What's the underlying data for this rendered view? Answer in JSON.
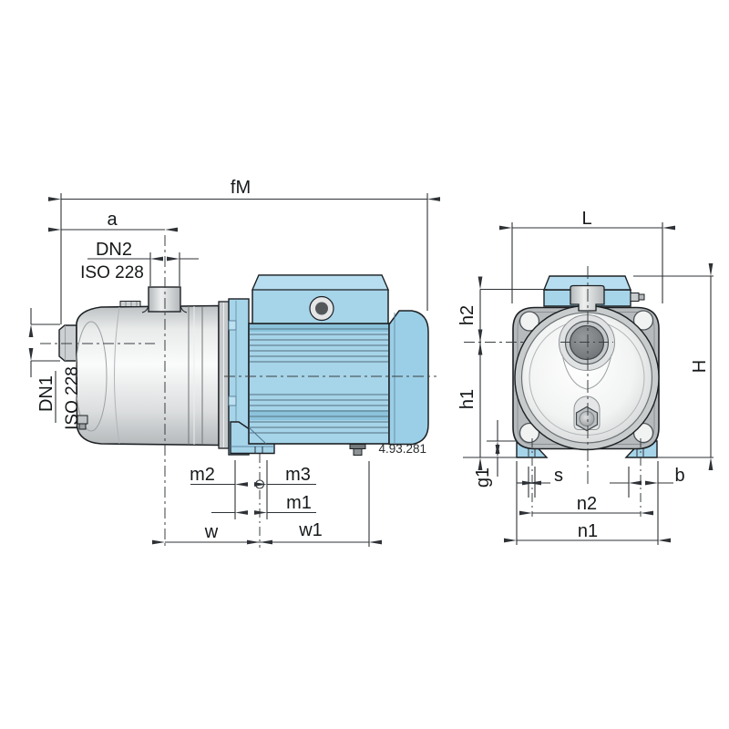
{
  "drawing": {
    "reference_number": "4.93.281",
    "labels": {
      "total_length": "fM",
      "a": "a",
      "dn2": "DN2",
      "dn2_thread": "ISO 228",
      "dn1": "DN1",
      "dn1_thread": "ISO 228",
      "m2": "m2",
      "m3": "m3",
      "m1": "m1",
      "w": "w",
      "w1": "w1",
      "l": "L",
      "h2": "h2",
      "h1": "h1",
      "h_total": "H",
      "g1": "g1",
      "s": "s",
      "b": "b",
      "n2": "n2",
      "n1": "n1"
    },
    "colors": {
      "motor_blue": "#a6d4e9",
      "motor_blue_shade": "#8cc3dc",
      "terminal_lid_blue": "#b7def0",
      "pump_body_gray": "#d9dbdc",
      "casing_gray": "#b6babc",
      "outline": "#1c2023",
      "dimension_line": "#2e3236",
      "background": "#ffffff"
    }
  }
}
